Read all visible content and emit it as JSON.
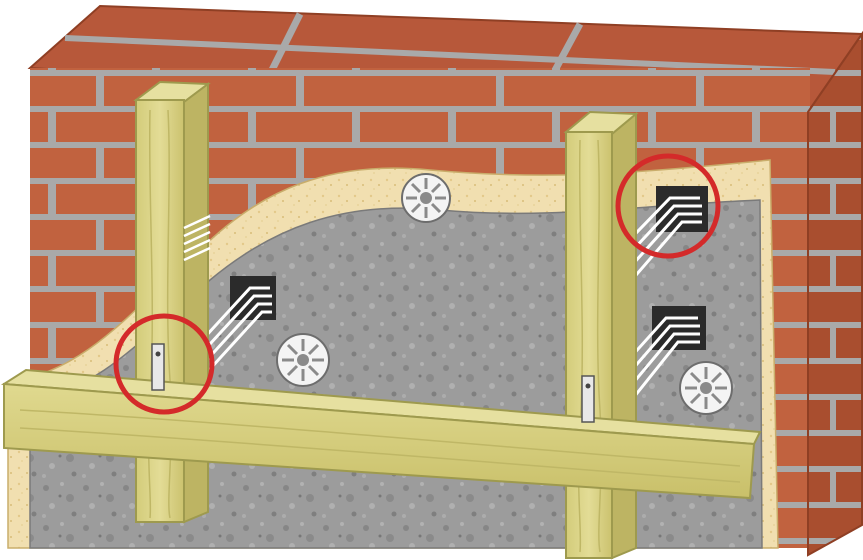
{
  "diagram": {
    "kind": "wall-cross-section-illustration",
    "colors": {
      "brick": "#c1623f",
      "brick_dark": "#8f3f24",
      "mortar": "#a9a9a9",
      "insulation": "#f1dfb0",
      "block": "#9c9c9c",
      "timber": "#d9d38a",
      "timber_dark": "#9e9a4e",
      "bracket": "#2b2b2b",
      "highlight_ring": "#d42a2a"
    },
    "layers": [
      {
        "name": "brick-outer-leaf"
      },
      {
        "name": "insulation-layer"
      },
      {
        "name": "block-inner-leaf"
      },
      {
        "name": "timber-battens"
      },
      {
        "name": "horizontal-timber-rail"
      }
    ],
    "fixings": [
      {
        "name": "insulation-disc-fixing",
        "count": 3
      },
      {
        "name": "wall-tie-bracket",
        "count": 3
      },
      {
        "name": "metal-fixing-strap",
        "count": 2
      }
    ],
    "highlights": [
      {
        "name": "highlight-strap-fixing"
      },
      {
        "name": "highlight-wall-tie"
      }
    ]
  }
}
